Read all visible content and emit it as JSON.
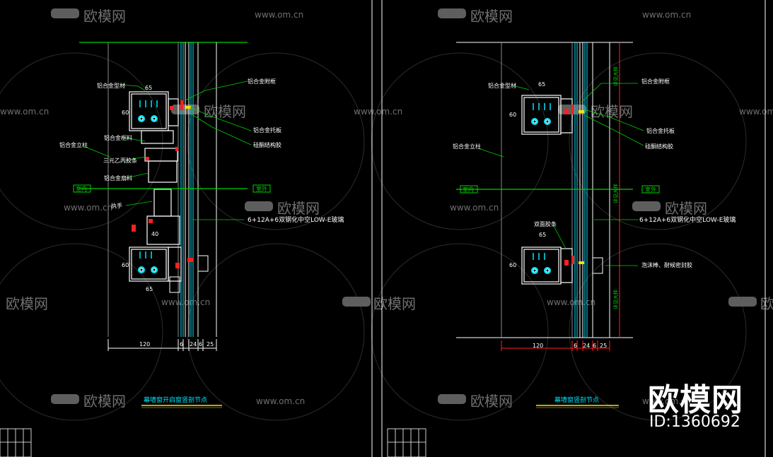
{
  "colors": {
    "background": "#000000",
    "green": "#00d000",
    "cyan": "#00e5ff",
    "red": "#ff2020",
    "yellow": "#ffe000",
    "white": "#ffffff",
    "grey": "#8a8a8a",
    "watermark": "#6f6f6f"
  },
  "watermark": {
    "brand": "欧模网",
    "site": "www.om.cn",
    "icon": "sofa-icon"
  },
  "stamp": {
    "brand": "欧模网",
    "id": "ID:1360692"
  },
  "left_drawing": {
    "title": "幕墙窗开启窗竖剖节点",
    "labels": {
      "frame_top": "铝合金附框",
      "profile_top": "铝合金型材",
      "post": "铝合金立柱",
      "profile_mid": "铝合金框料",
      "epdm": "三元乙丙胶条",
      "profile_low": "铝合金扇料",
      "bracket": "铝合金托板",
      "sealant": "硅酮结构胶",
      "indoor": "室内",
      "outdoor": "室外",
      "handle": "执手",
      "glass": "6+12A+6双钢化中空LOW-E玻璃"
    },
    "dims": {
      "w65a": "65",
      "w65b": "65",
      "h60a": "60",
      "h60b": "60",
      "h40": "40",
      "d120": "120",
      "d6": "6",
      "d24": "24",
      "d6b": "6",
      "d25": "25"
    }
  },
  "right_drawing": {
    "title": "幕墙窗竖剖节点",
    "labels": {
      "frame_top": "铝合金附框",
      "profile_top": "铝合金型材",
      "post": "铝合金立柱",
      "bracket": "铝合金托板",
      "sealant": "硅酮结构胶",
      "indoor": "室内",
      "outdoor": "室外",
      "glass": "6+12A+6双钢化中空LOW-E玻璃",
      "double_strip": "双面胶条",
      "foam": "泡沫棒、耐候密封胶",
      "v1": "详见大样",
      "v2": "详见大样",
      "v3": "详见大样"
    },
    "dims": {
      "w65a": "65",
      "w65b": "65",
      "h60a": "60",
      "h60b": "60",
      "d120": "120",
      "d6": "6",
      "d24": "24",
      "d6b": "6",
      "d25": "25"
    }
  }
}
